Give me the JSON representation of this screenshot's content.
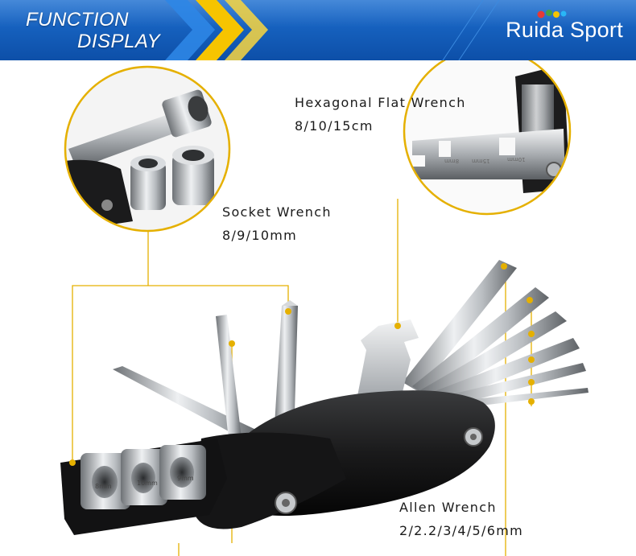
{
  "banner": {
    "title_line1": "FUNCTION",
    "title_line2": "DISPLAY",
    "brand_name": "Ruida Sport",
    "colors": {
      "banner": "#1565c8",
      "chevron_yellow": "#f6c400",
      "callout_gold": "#e5b000"
    }
  },
  "labels": {
    "hex_wrench_name": "Hexagonal Flat Wrench",
    "hex_wrench_sizes": "8/10/15cm",
    "socket_wrench_name": "Socket Wrench",
    "socket_wrench_sizes": "8/9/10mm",
    "allen_wrench_name": "Allen Wrench",
    "allen_wrench_sizes": "2/2.2/3/4/5/6mm"
  },
  "tool_marks": {
    "wrench_sizes": [
      "8mm",
      "10mm",
      "15mm"
    ],
    "socket_marks": [
      "8mm",
      "10mm",
      "9mm"
    ]
  }
}
